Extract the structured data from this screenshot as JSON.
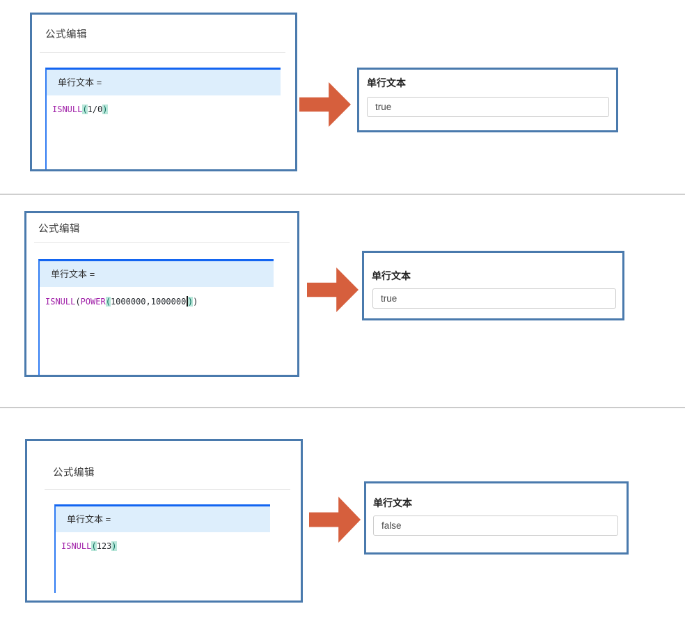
{
  "colors": {
    "panel_border": "#4a7aad",
    "editor_top": "#1365f1",
    "editor_left": "#2f7bf2",
    "header_bg": "#ddeefc",
    "keyword": "#a020a8",
    "bracket_bg": "#b9e7da",
    "bracket_fg": "#0b6e5c",
    "arrow": "#d65f3d",
    "divider": "#c6c6c6",
    "title_divider": "#e7e7e7",
    "input_border": "#cccccc"
  },
  "examples": [
    {
      "panel_title": "公式编辑",
      "editor_header": "单行文本 =",
      "code_text": "ISNULL(1/0)",
      "code_segments": [
        {
          "type": "keyword",
          "text": "ISNULL"
        },
        {
          "type": "bracket-highlight",
          "text": "("
        },
        {
          "type": "plain",
          "text": "1/0"
        },
        {
          "type": "bracket-highlight",
          "text": ")"
        }
      ],
      "result": {
        "label": "单行文本",
        "value": "true"
      }
    },
    {
      "panel_title": "公式编辑",
      "editor_header": "单行文本 =",
      "code_text": "ISNULL(POWER(1000000,1000000))",
      "code_segments": [
        {
          "type": "keyword",
          "text": "ISNULL"
        },
        {
          "type": "plain",
          "text": "("
        },
        {
          "type": "keyword",
          "text": "POWER"
        },
        {
          "type": "bracket-highlight",
          "text": "("
        },
        {
          "type": "plain",
          "text": "1000000,1000000"
        },
        {
          "type": "cursor",
          "text": ""
        },
        {
          "type": "bracket-highlight",
          "text": ")"
        },
        {
          "type": "plain",
          "text": ")"
        }
      ],
      "result": {
        "label": "单行文本",
        "value": "true"
      }
    },
    {
      "panel_title": "公式编辑",
      "editor_header": "单行文本 =",
      "code_text": "ISNULL(123)",
      "code_segments": [
        {
          "type": "keyword",
          "text": "ISNULL"
        },
        {
          "type": "bracket-highlight",
          "text": "("
        },
        {
          "type": "plain",
          "text": "123"
        },
        {
          "type": "bracket-highlight",
          "text": ")"
        }
      ],
      "result": {
        "label": "单行文本",
        "value": "false"
      }
    }
  ]
}
